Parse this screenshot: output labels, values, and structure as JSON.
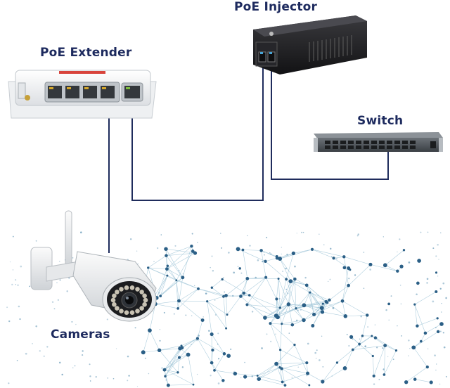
{
  "labels": {
    "poe_injector": "PoE Injector",
    "poe_extender": "PoE Extender",
    "switch": "Switch",
    "cameras": "Cameras"
  },
  "colors": {
    "label_text": "#1d2a5e",
    "cable": "#1f2c5c",
    "network_dots": "#2b5f86",
    "network_lines": "#9cc3d6"
  },
  "icons": {
    "injector": "poe-injector-device",
    "extender": "poe-extender-device",
    "switch": "network-switch-device",
    "camera": "bullet-camera-device",
    "background": "network-mesh-graphic"
  }
}
